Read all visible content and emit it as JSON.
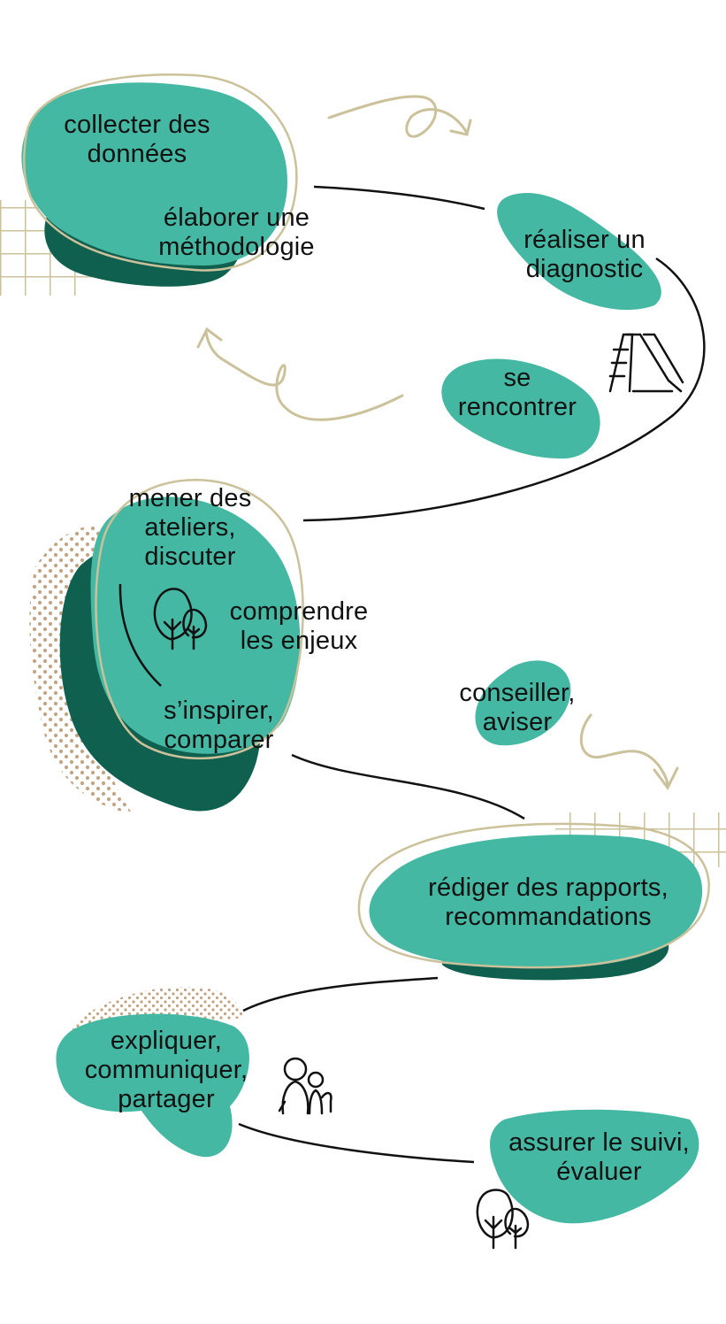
{
  "colors": {
    "teal": "#44b8a2",
    "dark_green": "#10604f",
    "beige": "#cbc19a",
    "dots": "#c2a483",
    "line": "#111111"
  },
  "steps": [
    {
      "id": "collecter",
      "label": "collecter des\ndonnées"
    },
    {
      "id": "elaborer",
      "label": "élaborer une\nméthodologie"
    },
    {
      "id": "diagnostic",
      "label": "réaliser un\ndiagnostic"
    },
    {
      "id": "rencontrer",
      "label": "se\nrencontrer"
    },
    {
      "id": "ateliers",
      "label": "mener des\nateliers,\ndiscuter"
    },
    {
      "id": "enjeux",
      "label": "comprendre\nles enjeux"
    },
    {
      "id": "inspirer",
      "label": "s’inspirer,\ncomparer"
    },
    {
      "id": "conseiller",
      "label": "conseiller,\naviser"
    },
    {
      "id": "rapports",
      "label": "rédiger des rapports,\nrecommandations"
    },
    {
      "id": "expliquer",
      "label": "expliquer,\ncommuniquer,\npartager"
    },
    {
      "id": "suivi",
      "label": "assurer le suivi,\névaluer"
    }
  ],
  "icons": [
    "slide-icon",
    "trees-icon",
    "family-icon",
    "trees-icon"
  ]
}
